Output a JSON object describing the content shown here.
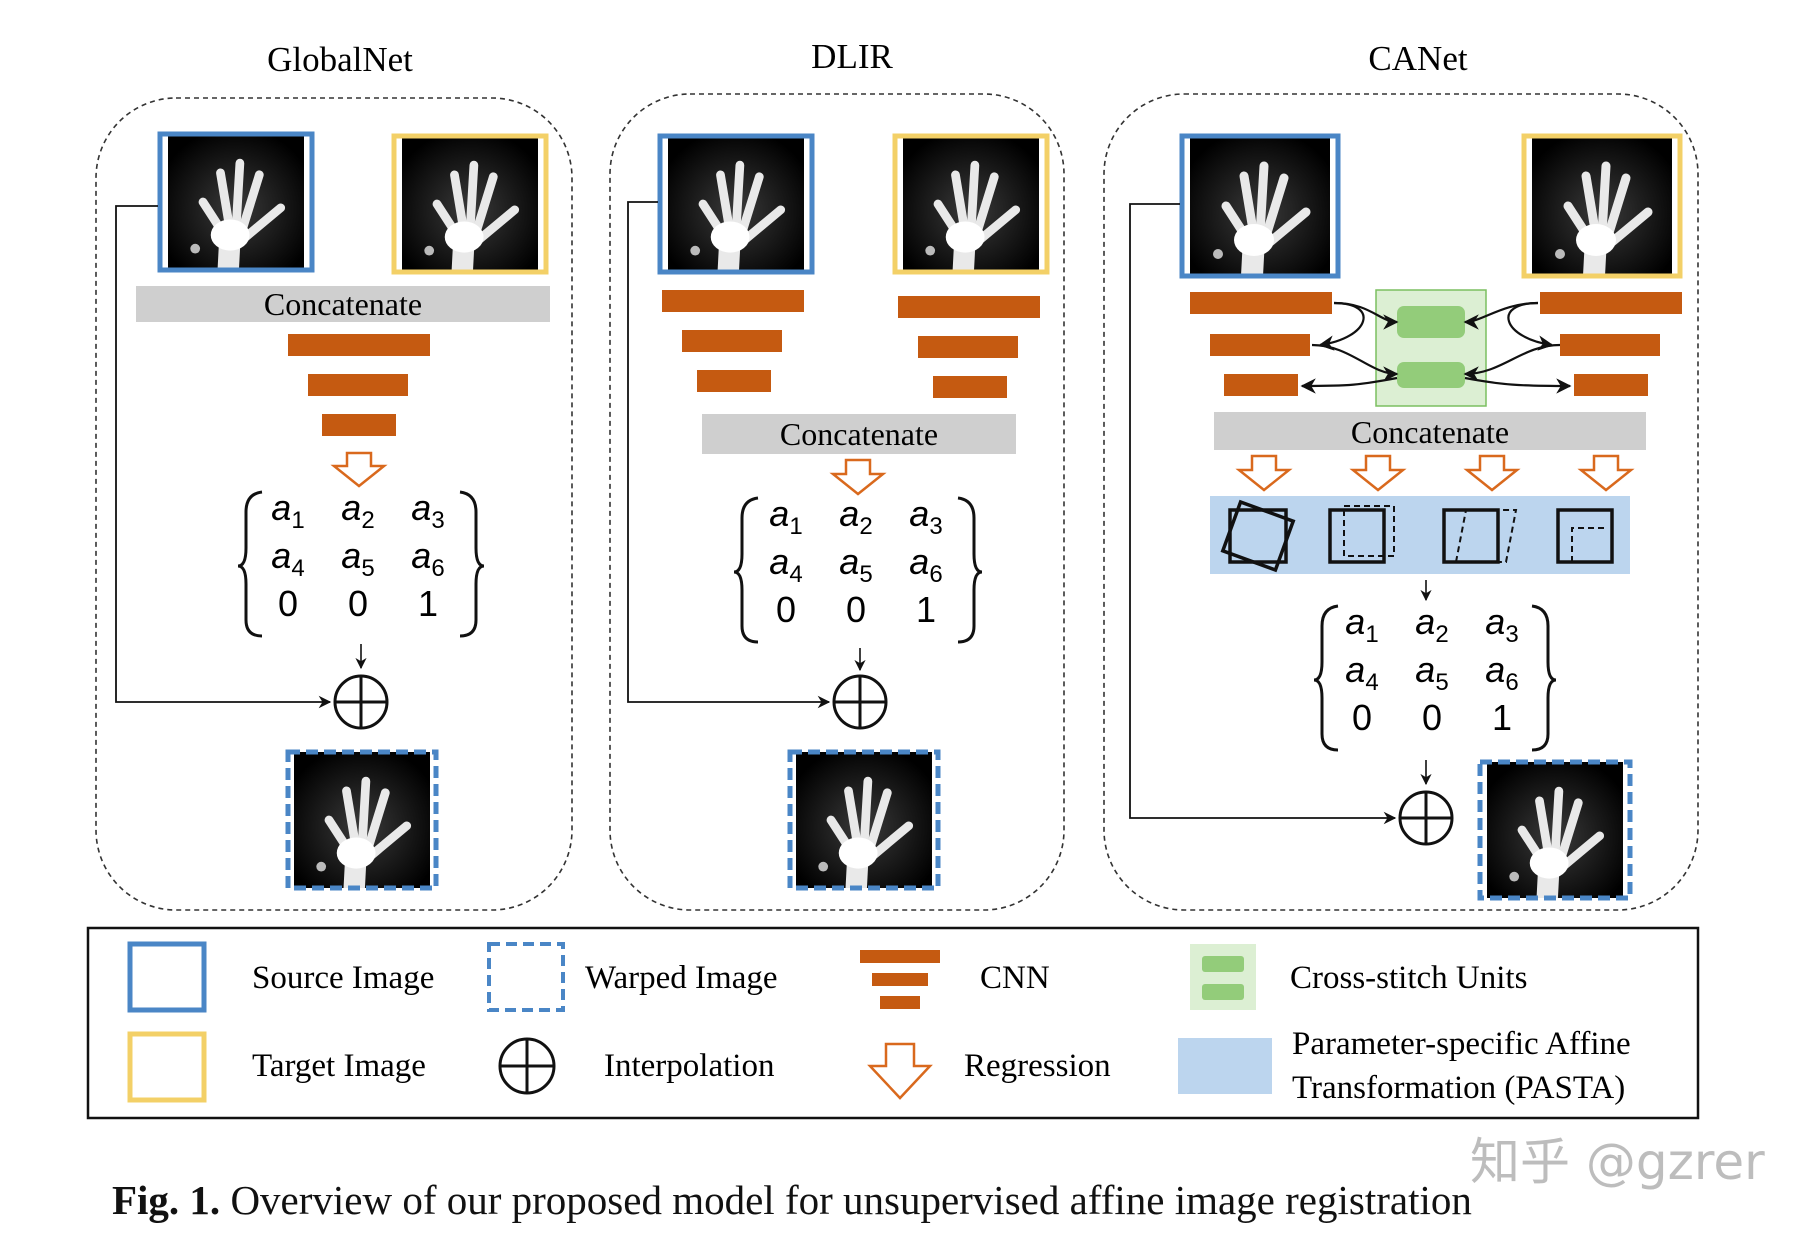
{
  "colors": {
    "source_border": "#4a86c6",
    "target_border": "#f3d067",
    "cnn_bar": "#c55a11",
    "regression_arrow": "#d9691d",
    "concat_fill": "#cfcfcf",
    "crossstitch_fill": "#dcefd3",
    "crossstitch_unit": "#93cc7a",
    "pasta_fill": "#bcd5ee"
  },
  "panels": [
    {
      "title": "GlobalNet",
      "concat_label": "Concatenate"
    },
    {
      "title": "DLIR",
      "concat_label": "Concatenate"
    },
    {
      "title": "CANet",
      "concat_label": "Concatenate"
    }
  ],
  "matrix": {
    "rows": [
      [
        "a1",
        "a2",
        "a3"
      ],
      [
        "a4",
        "a5",
        "a6"
      ],
      [
        "0",
        "0",
        "1"
      ]
    ]
  },
  "legend": {
    "source": "Source Image",
    "warped": "Warped Image",
    "cnn": "CNN",
    "crossstitch": "Cross-stitch Units",
    "target": "Target Image",
    "interpolation": "Interpolation",
    "regression": "Regression",
    "pasta_line1": "Parameter-specific Affine",
    "pasta_line2": "Transformation (PASTA)"
  },
  "caption": {
    "label": "Fig. 1.",
    "text": "Overview of our proposed model for unsupervised affine image registration"
  },
  "watermark": "知乎 @gzrer",
  "icons": [
    "hand-xray-image",
    "interpolation-icon",
    "regression-arrow-icon",
    "rotation-icon",
    "scaling-icon",
    "shear-icon",
    "translation-icon"
  ]
}
